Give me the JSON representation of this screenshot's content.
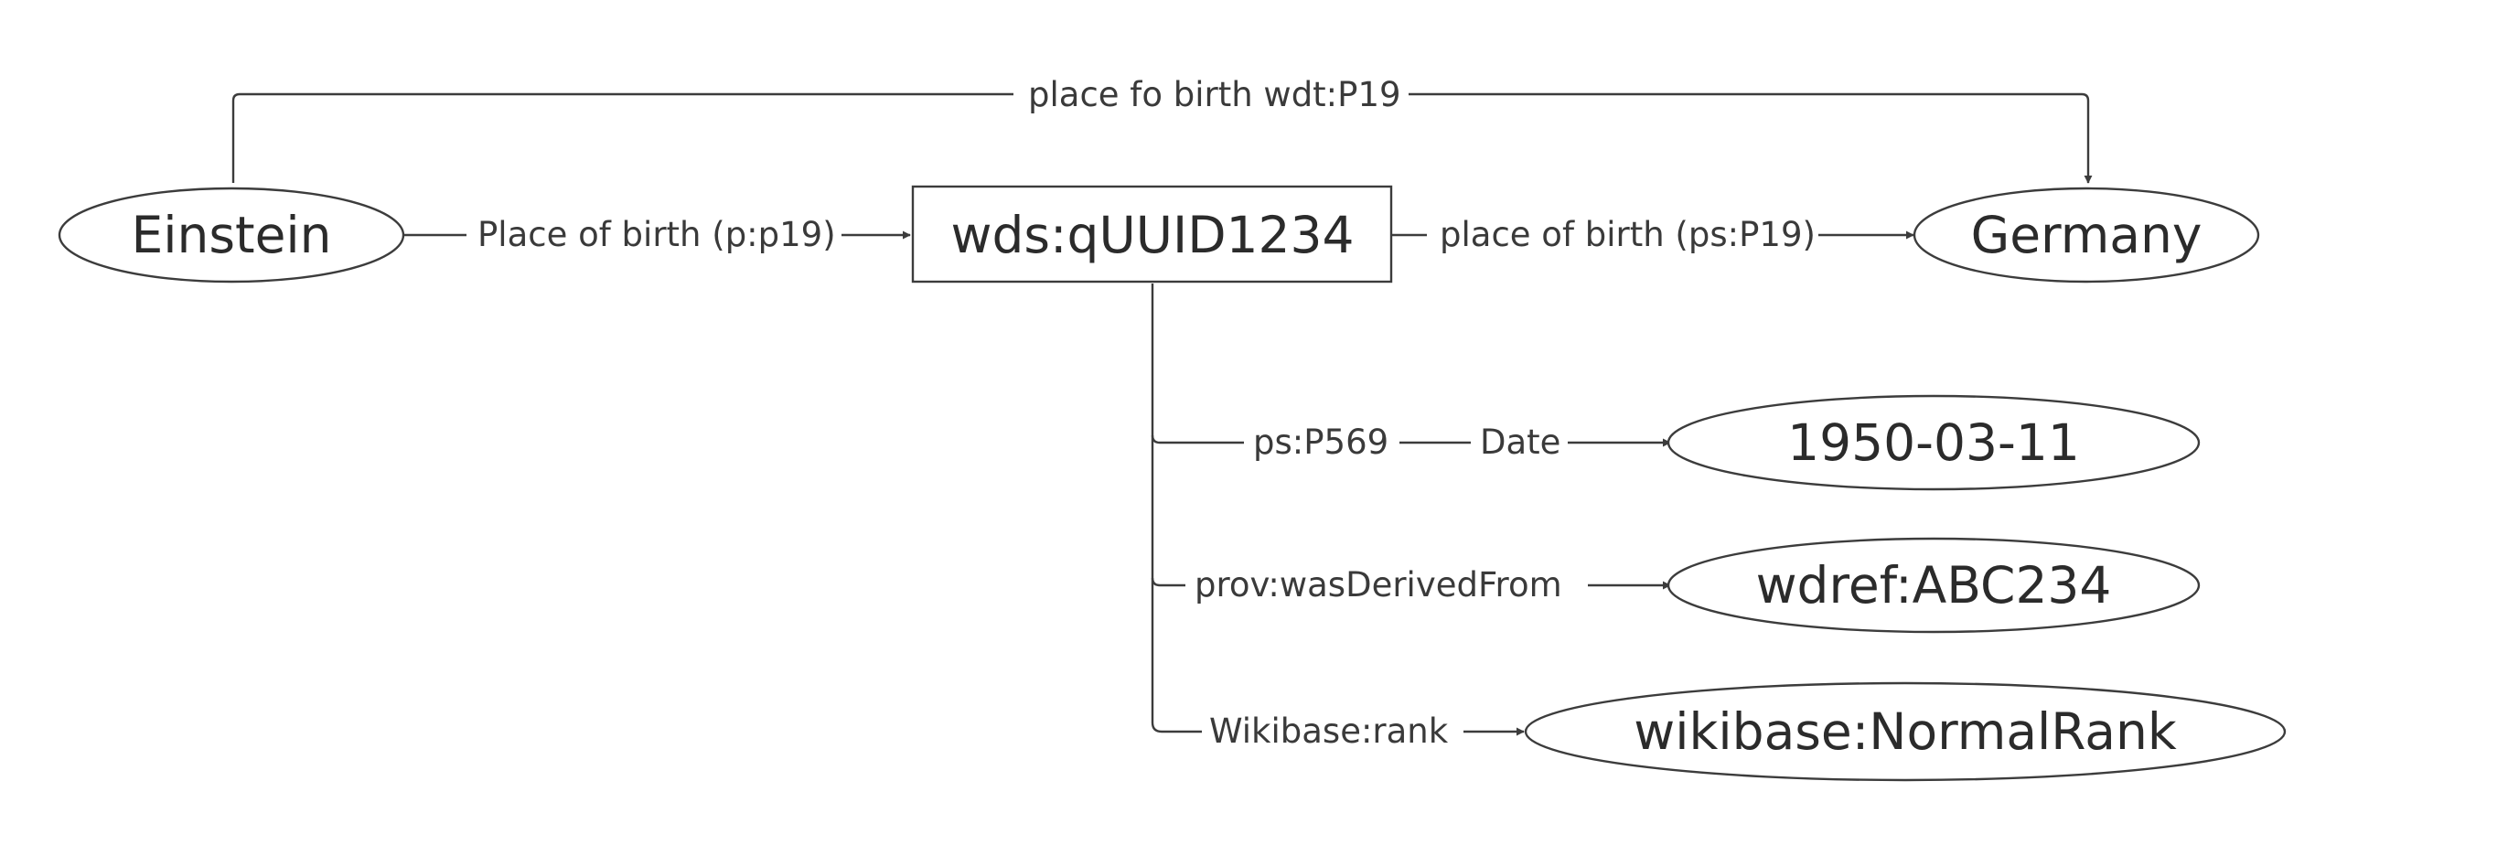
{
  "nodes": {
    "einstein": {
      "label": "Einstein",
      "shape": "ellipse"
    },
    "statement": {
      "label": "wds:qUUID1234",
      "shape": "rectangle"
    },
    "germany": {
      "label": "Germany",
      "shape": "ellipse"
    },
    "date_value": {
      "label": "1950-03-11",
      "shape": "ellipse"
    },
    "reference": {
      "label": "wdref:ABC234",
      "shape": "ellipse"
    },
    "rank": {
      "label": "wikibase:NormalRank",
      "shape": "ellipse"
    }
  },
  "edges": {
    "direct_claim": {
      "label": "place fo birth wdt:P19",
      "from": "einstein",
      "to": "germany"
    },
    "claim": {
      "label": "Place of birth (p:p19)",
      "from": "einstein",
      "to": "statement"
    },
    "statement_value": {
      "label": "place of birth (ps:P19)",
      "from": "statement",
      "to": "germany"
    },
    "date_property": {
      "label": "ps:P569",
      "from": "statement",
      "to": "date_value"
    },
    "date_qualifier": {
      "label": "Date"
    },
    "derived_from": {
      "label": "prov:wasDerivedFrom",
      "from": "statement",
      "to": "reference"
    },
    "rank_property": {
      "label": "Wikibase:rank",
      "from": "statement",
      "to": "rank"
    }
  }
}
